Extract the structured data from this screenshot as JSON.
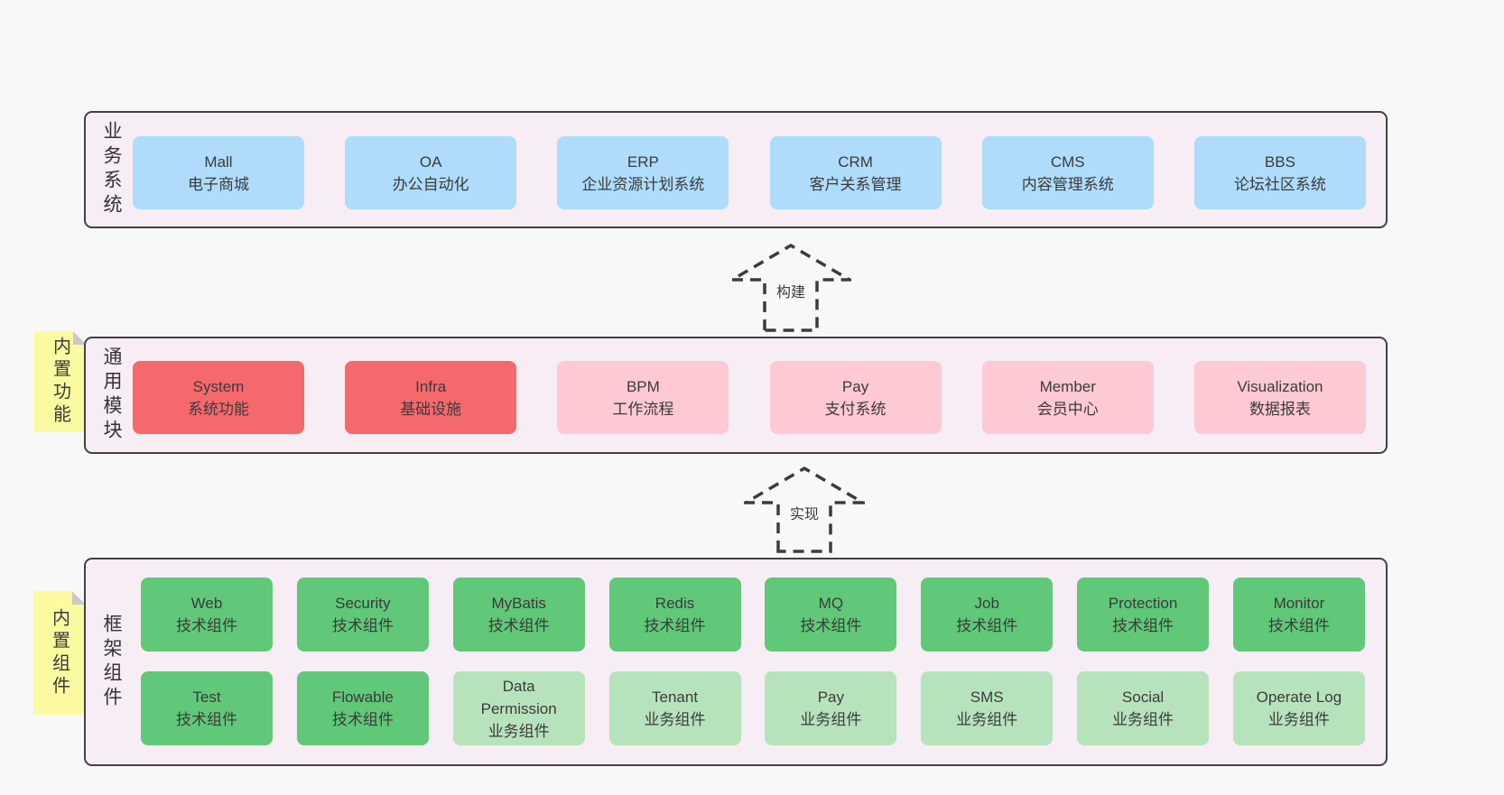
{
  "colors": {
    "page_background": "#f8f8f8",
    "layer_background": "#f6edf5",
    "layer_border": "#424242",
    "box_blue": "#afdcfa",
    "box_red": "#f5696c",
    "box_pink": "#fdc9d2",
    "box_green": "#60c878",
    "box_green_light": "#b7e3bc",
    "note_yellow": "#fbfaa0",
    "note_fold_gray": "#c9c9c9",
    "text": "#3b3b3b"
  },
  "arrows": {
    "build": {
      "label": "构建"
    },
    "implement": {
      "label": "实现"
    }
  },
  "layers": {
    "business": {
      "label": "业务系统",
      "boxes": [
        {
          "title": "Mall",
          "subtitle": "电子商城"
        },
        {
          "title": "OA",
          "subtitle": "办公自动化"
        },
        {
          "title": "ERP",
          "subtitle": "企业资源计划系统"
        },
        {
          "title": "CRM",
          "subtitle": "客户关系管理"
        },
        {
          "title": "CMS",
          "subtitle": "内容管理系统"
        },
        {
          "title": "BBS",
          "subtitle": "论坛社区系统"
        }
      ]
    },
    "modules": {
      "label": "通用模块",
      "note": "内置功能",
      "boxes": [
        {
          "title": "System",
          "subtitle": "系统功能"
        },
        {
          "title": "Infra",
          "subtitle": "基础设施"
        },
        {
          "title": "BPM",
          "subtitle": "工作流程"
        },
        {
          "title": "Pay",
          "subtitle": "支付系统"
        },
        {
          "title": "Member",
          "subtitle": "会员中心"
        },
        {
          "title": "Visualization",
          "subtitle": "数据报表"
        }
      ]
    },
    "framework": {
      "label": "框架组件",
      "note": "内置组件",
      "tech_row": [
        {
          "title": "Web",
          "subtitle": "技术组件"
        },
        {
          "title": "Security",
          "subtitle": "技术组件"
        },
        {
          "title": "MyBatis",
          "subtitle": "技术组件"
        },
        {
          "title": "Redis",
          "subtitle": "技术组件"
        },
        {
          "title": "MQ",
          "subtitle": "技术组件"
        },
        {
          "title": "Job",
          "subtitle": "技术组件"
        },
        {
          "title": "Protection",
          "subtitle": "技术组件"
        },
        {
          "title": "Monitor",
          "subtitle": "技术组件"
        }
      ],
      "biz_row": [
        {
          "title": "Test",
          "subtitle": "技术组件"
        },
        {
          "title": "Flowable",
          "subtitle": "技术组件"
        },
        {
          "title": "Data Permission",
          "subtitle": "业务组件"
        },
        {
          "title": "Tenant",
          "subtitle": "业务组件"
        },
        {
          "title": "Pay",
          "subtitle": "业务组件"
        },
        {
          "title": "SMS",
          "subtitle": "业务组件"
        },
        {
          "title": "Social",
          "subtitle": "业务组件"
        },
        {
          "title": "Operate Log",
          "subtitle": "业务组件"
        }
      ]
    }
  }
}
